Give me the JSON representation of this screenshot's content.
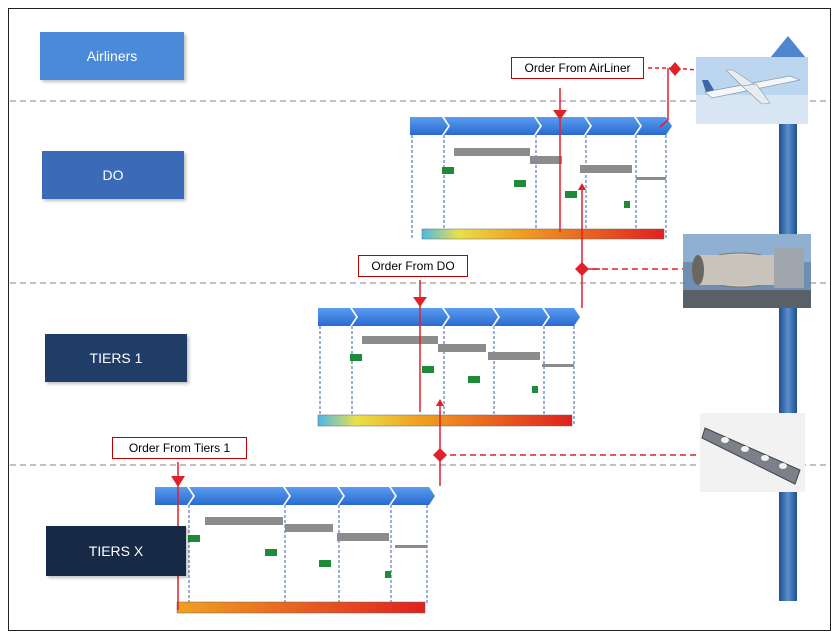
{
  "levels": [
    {
      "label": "Airliners",
      "color": "#4a8ad8"
    },
    {
      "label": "DO",
      "color": "#3b6bb8"
    },
    {
      "label": "TIERS 1",
      "color": "#1f3d66"
    },
    {
      "label": "TIERS X",
      "color": "#172a45"
    }
  ],
  "orders": [
    {
      "label": "Order From AirLiner"
    },
    {
      "label": "Order From DO"
    },
    {
      "label": "Order From Tiers 1"
    }
  ],
  "images": [
    {
      "subject": "airliner-aircraft"
    },
    {
      "subject": "fuselage-section"
    },
    {
      "subject": "metal-frame-part"
    }
  ],
  "colors": {
    "dashed_separator": "#9a9a9a",
    "order_line": "#e0202a",
    "timeline_arrow": "#3d7fe0",
    "main_arrow": "#2f5f9f",
    "gantt_bar": "#8c8c8c",
    "milestone": "#1f8a3a"
  }
}
